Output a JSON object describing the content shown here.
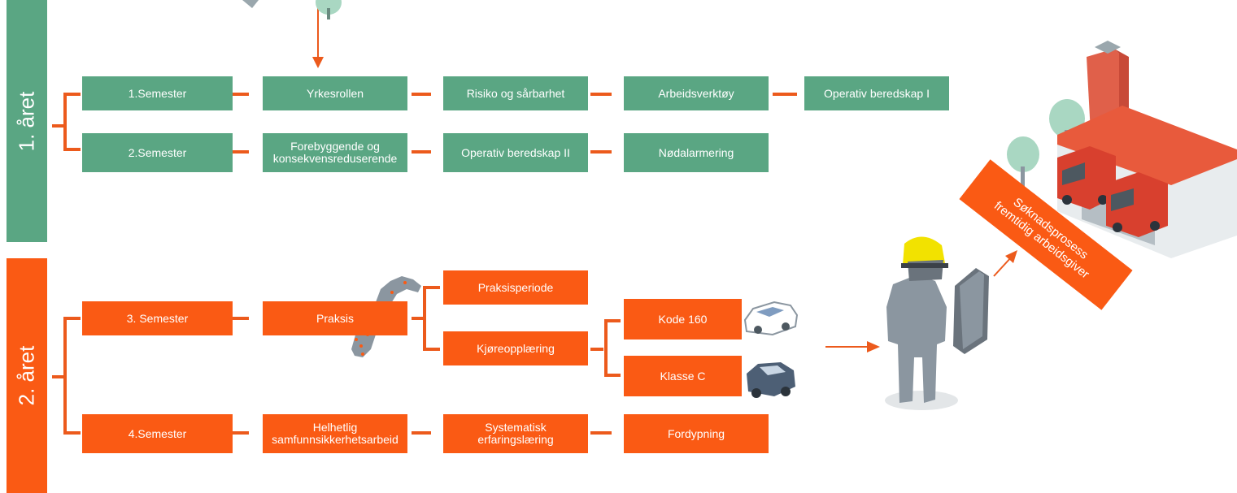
{
  "colors": {
    "green": "#5aa683",
    "orange": "#fa5a14",
    "connector": "#ec5a1c"
  },
  "year1": {
    "label": "1. året",
    "semester1": {
      "label": "1.Semester",
      "subjects": [
        "Yrkesrollen",
        "Risiko og sårbarhet",
        "Arbeidsverktøy",
        "Operativ beredskap I"
      ]
    },
    "semester2": {
      "label": "2.Semester",
      "subjects": [
        {
          "line1": "Forebyggende og",
          "line2": "konsekvensreduserende"
        },
        "Operativ beredskap II",
        "Nødalarmering"
      ]
    }
  },
  "year2": {
    "label": "2. året",
    "semester3": {
      "label": "3. Semester",
      "practice": "Praksis",
      "practice_period": "Praksisperiode",
      "driver_training": "Kjøreopplæring",
      "licences": [
        "Kode 160",
        "Klasse C"
      ]
    },
    "semester4": {
      "label": "4.Semester",
      "subjects": [
        {
          "line1": "Helhetlig",
          "line2": "samfunnsikkerhetsarbeid"
        },
        {
          "line1": "Systematisk",
          "line2": "erfaringslæring"
        },
        "Fordypning"
      ]
    }
  },
  "application_banner": {
    "line1": "Søknadsprosess",
    "line2": "fremtidig arbeidsgiver"
  },
  "icons": [
    "norway-map-icon",
    "car-icon",
    "truck-icon",
    "firefighter-icon",
    "fire-station-icon",
    "tree-icon"
  ]
}
